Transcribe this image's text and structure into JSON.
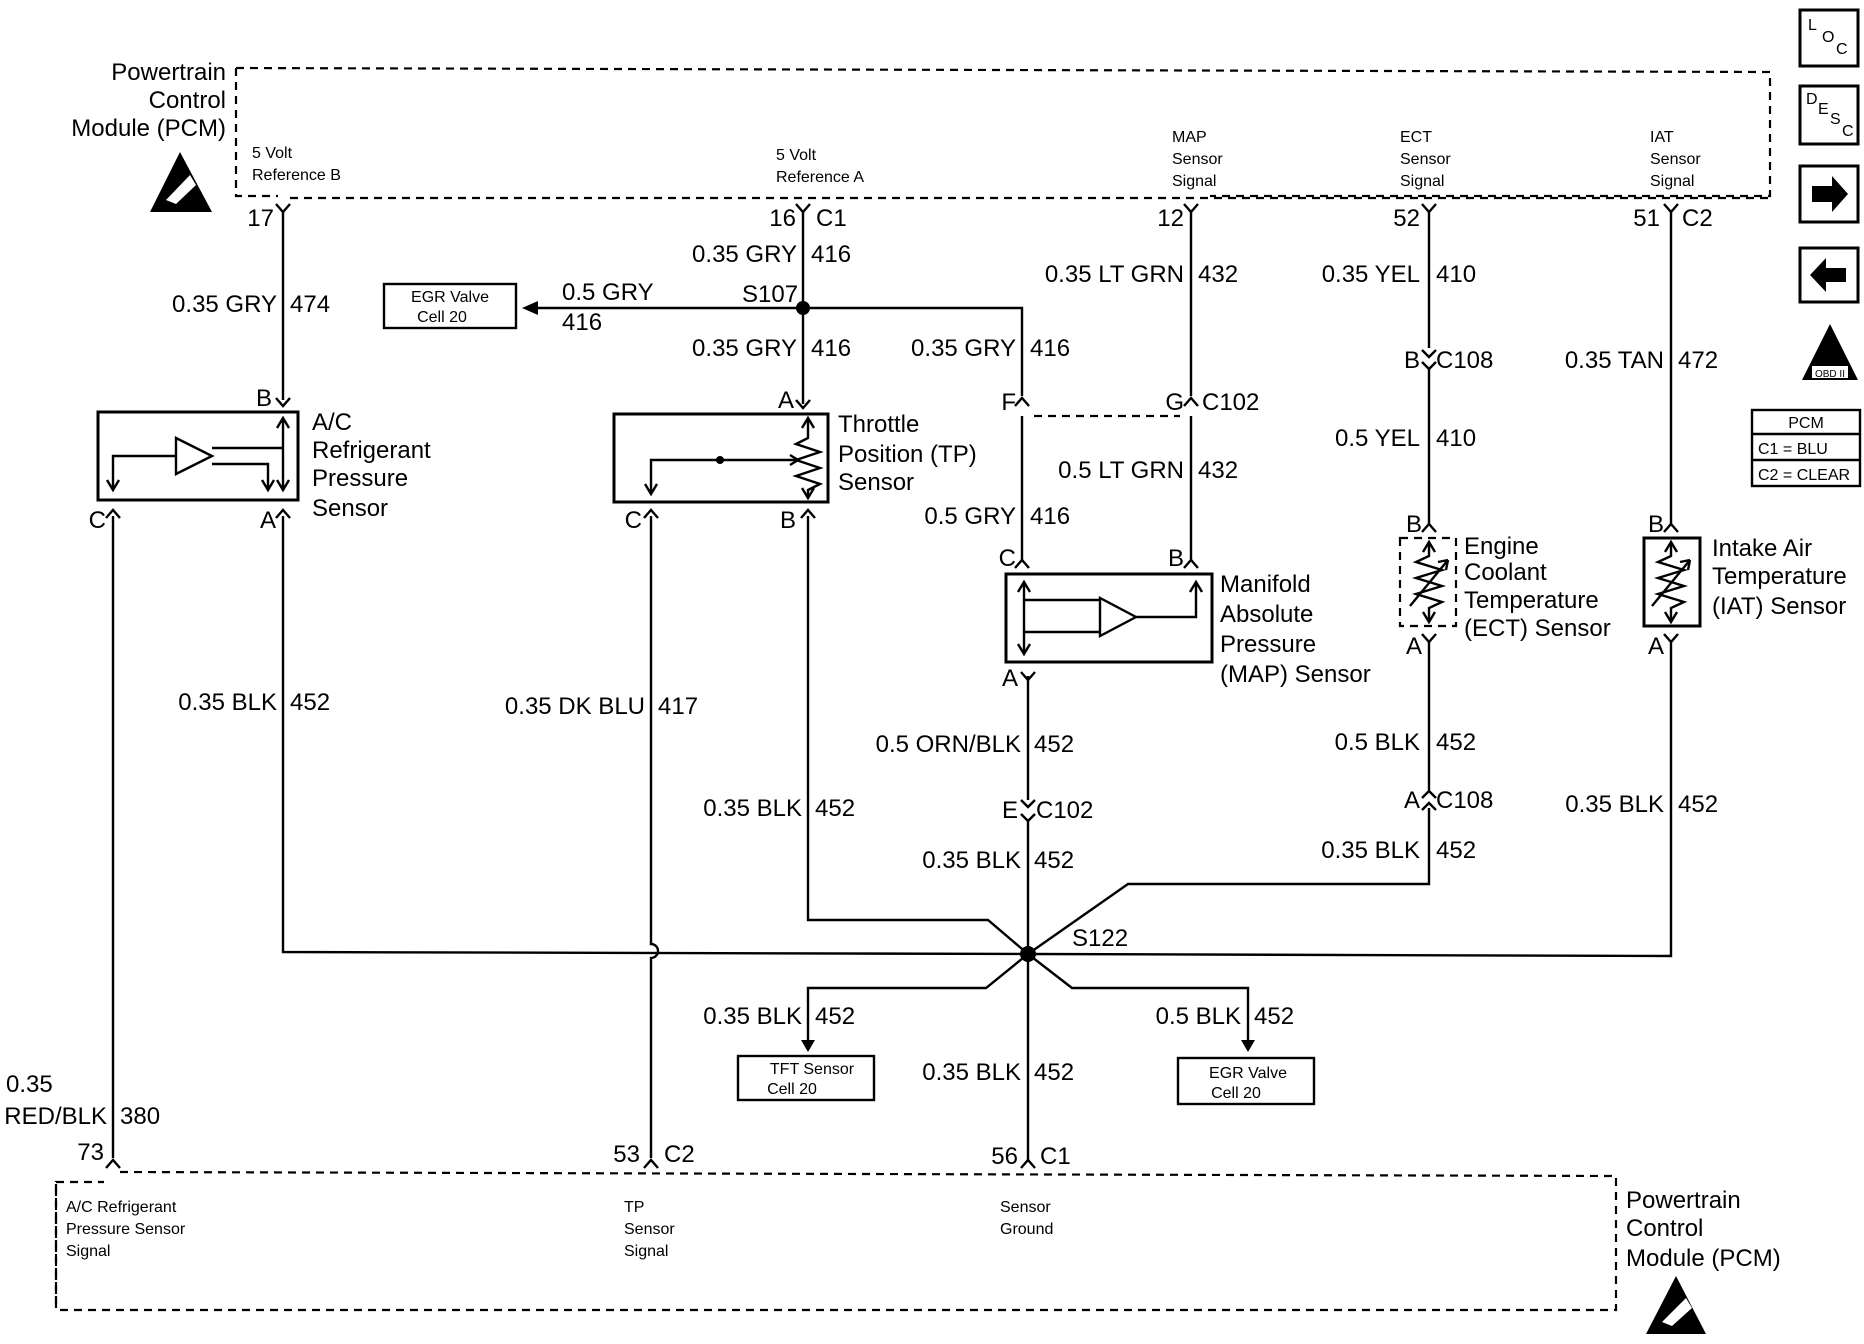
{
  "pcm_top": {
    "title": [
      "Powertrain",
      "Control",
      "Module (PCM)"
    ],
    "pins": {
      "ref_b": {
        "label": [
          "5 Volt",
          "Reference B"
        ],
        "pin": "17"
      },
      "ref_a": {
        "label": [
          "5 Volt",
          "Reference A"
        ],
        "pin": "16",
        "conn": "C1"
      },
      "map": {
        "label": [
          "MAP",
          "Sensor",
          "Signal"
        ],
        "pin": "12"
      },
      "ect": {
        "label": [
          "ECT",
          "Sensor",
          "Signal"
        ],
        "pin": "52"
      },
      "iat": {
        "label": [
          "IAT",
          "Sensor",
          "Signal"
        ],
        "pin": "51",
        "conn": "C2"
      }
    }
  },
  "pcm_bottom": {
    "title": [
      "Powertrain",
      "Control",
      "Module (PCM)"
    ],
    "pins": {
      "ac": {
        "label": [
          "A/C Refrigerant",
          "Pressure Sensor",
          "Signal"
        ],
        "pin": "73"
      },
      "tp": {
        "label": [
          "TP",
          "Sensor",
          "Signal"
        ],
        "pin": "53",
        "conn": "C2"
      },
      "gnd": {
        "label": [
          "Sensor",
          "Ground"
        ],
        "pin": "56",
        "conn": "C1"
      }
    }
  },
  "wires": {
    "w474": {
      "color": "0.35 GRY",
      "circuit": "474"
    },
    "w416a": {
      "color": "0.35 GRY",
      "circuit": "416"
    },
    "w416b": {
      "color": "0.35 GRY",
      "circuit": "416"
    },
    "w416c": {
      "color": "0.35 GRY",
      "circuit": "416"
    },
    "w416d": {
      "color": "0.5 GRY",
      "circuit": "416"
    },
    "w416egr": {
      "color": "0.5 GRY",
      "circuit": "416"
    },
    "w432a": {
      "color": "0.35 LT GRN",
      "circuit": "432"
    },
    "w432b": {
      "color": "0.5 LT GRN",
      "circuit": "432"
    },
    "w410a": {
      "color": "0.35 YEL",
      "circuit": "410"
    },
    "w410b": {
      "color": "0.5 YEL",
      "circuit": "410"
    },
    "w472": {
      "color": "0.35 TAN",
      "circuit": "472"
    },
    "w452ac": {
      "color": "0.35 BLK",
      "circuit": "452"
    },
    "w417": {
      "color": "0.35 DK BLU",
      "circuit": "417"
    },
    "w452tp": {
      "color": "0.35 BLK",
      "circuit": "452"
    },
    "w452map": {
      "color": "0.5 ORN/BLK",
      "circuit": "452"
    },
    "w452mid": {
      "color": "0.35 BLK",
      "circuit": "452"
    },
    "w452ect1": {
      "color": "0.5 BLK",
      "circuit": "452"
    },
    "w452ect2": {
      "color": "0.35 BLK",
      "circuit": "452"
    },
    "w452iat": {
      "color": "0.35 BLK",
      "circuit": "452"
    },
    "w452tft": {
      "color": "0.35 BLK",
      "circuit": "452"
    },
    "w452gnd": {
      "color": "0.35 BLK",
      "circuit": "452"
    },
    "w452egr": {
      "color": "0.5 BLK",
      "circuit": "452"
    },
    "w380": {
      "color": [
        "0.35",
        "RED/BLK"
      ],
      "circuit": "380"
    }
  },
  "splices": {
    "s107": "S107",
    "s122": "S122"
  },
  "connectors": {
    "c102_top": {
      "name": "C102",
      "pin_left": "F",
      "pin_right": "G"
    },
    "c102_mid": {
      "name": "C102",
      "pin": "E"
    },
    "c108_top": {
      "name": "C108",
      "pin": "B"
    },
    "c108_bot": {
      "name": "C108",
      "pin": "A"
    }
  },
  "components": {
    "ac": {
      "name": [
        "A/C",
        "Refrigerant",
        "Pressure",
        "Sensor"
      ],
      "pins": [
        "B",
        "C",
        "A"
      ]
    },
    "tp": {
      "name": [
        "Throttle",
        "Position (TP)",
        "Sensor"
      ],
      "pins": [
        "A",
        "C",
        "B"
      ]
    },
    "map": {
      "name": [
        "Manifold",
        "Absolute",
        "Pressure",
        "(MAP) Sensor"
      ],
      "pins": [
        "C",
        "B",
        "A"
      ]
    },
    "ect": {
      "name": [
        "Engine",
        "Coolant",
        "Temperature",
        "(ECT) Sensor"
      ],
      "pins": [
        "B",
        "A"
      ]
    },
    "iat": {
      "name": [
        "Intake Air",
        "Temperature",
        "(IAT) Sensor"
      ],
      "pins": [
        "B",
        "A"
      ]
    }
  },
  "refs": {
    "egr_top": [
      "EGR Valve",
      "Cell 20"
    ],
    "tft": [
      "TFT Sensor",
      "Cell 20"
    ],
    "egr_bot": [
      "EGR Valve",
      "Cell 20"
    ]
  },
  "sidebar": {
    "loc": [
      "L",
      "O",
      "C"
    ],
    "desc": [
      "D",
      "E",
      "S",
      "C"
    ],
    "forward_icon": "right-arrow-icon",
    "back_icon": "left-arrow-icon",
    "obd_label": "OBD II",
    "pcm_key": {
      "title": "PCM",
      "c1": "C1 = BLU",
      "c2": "C2 = CLEAR"
    }
  }
}
